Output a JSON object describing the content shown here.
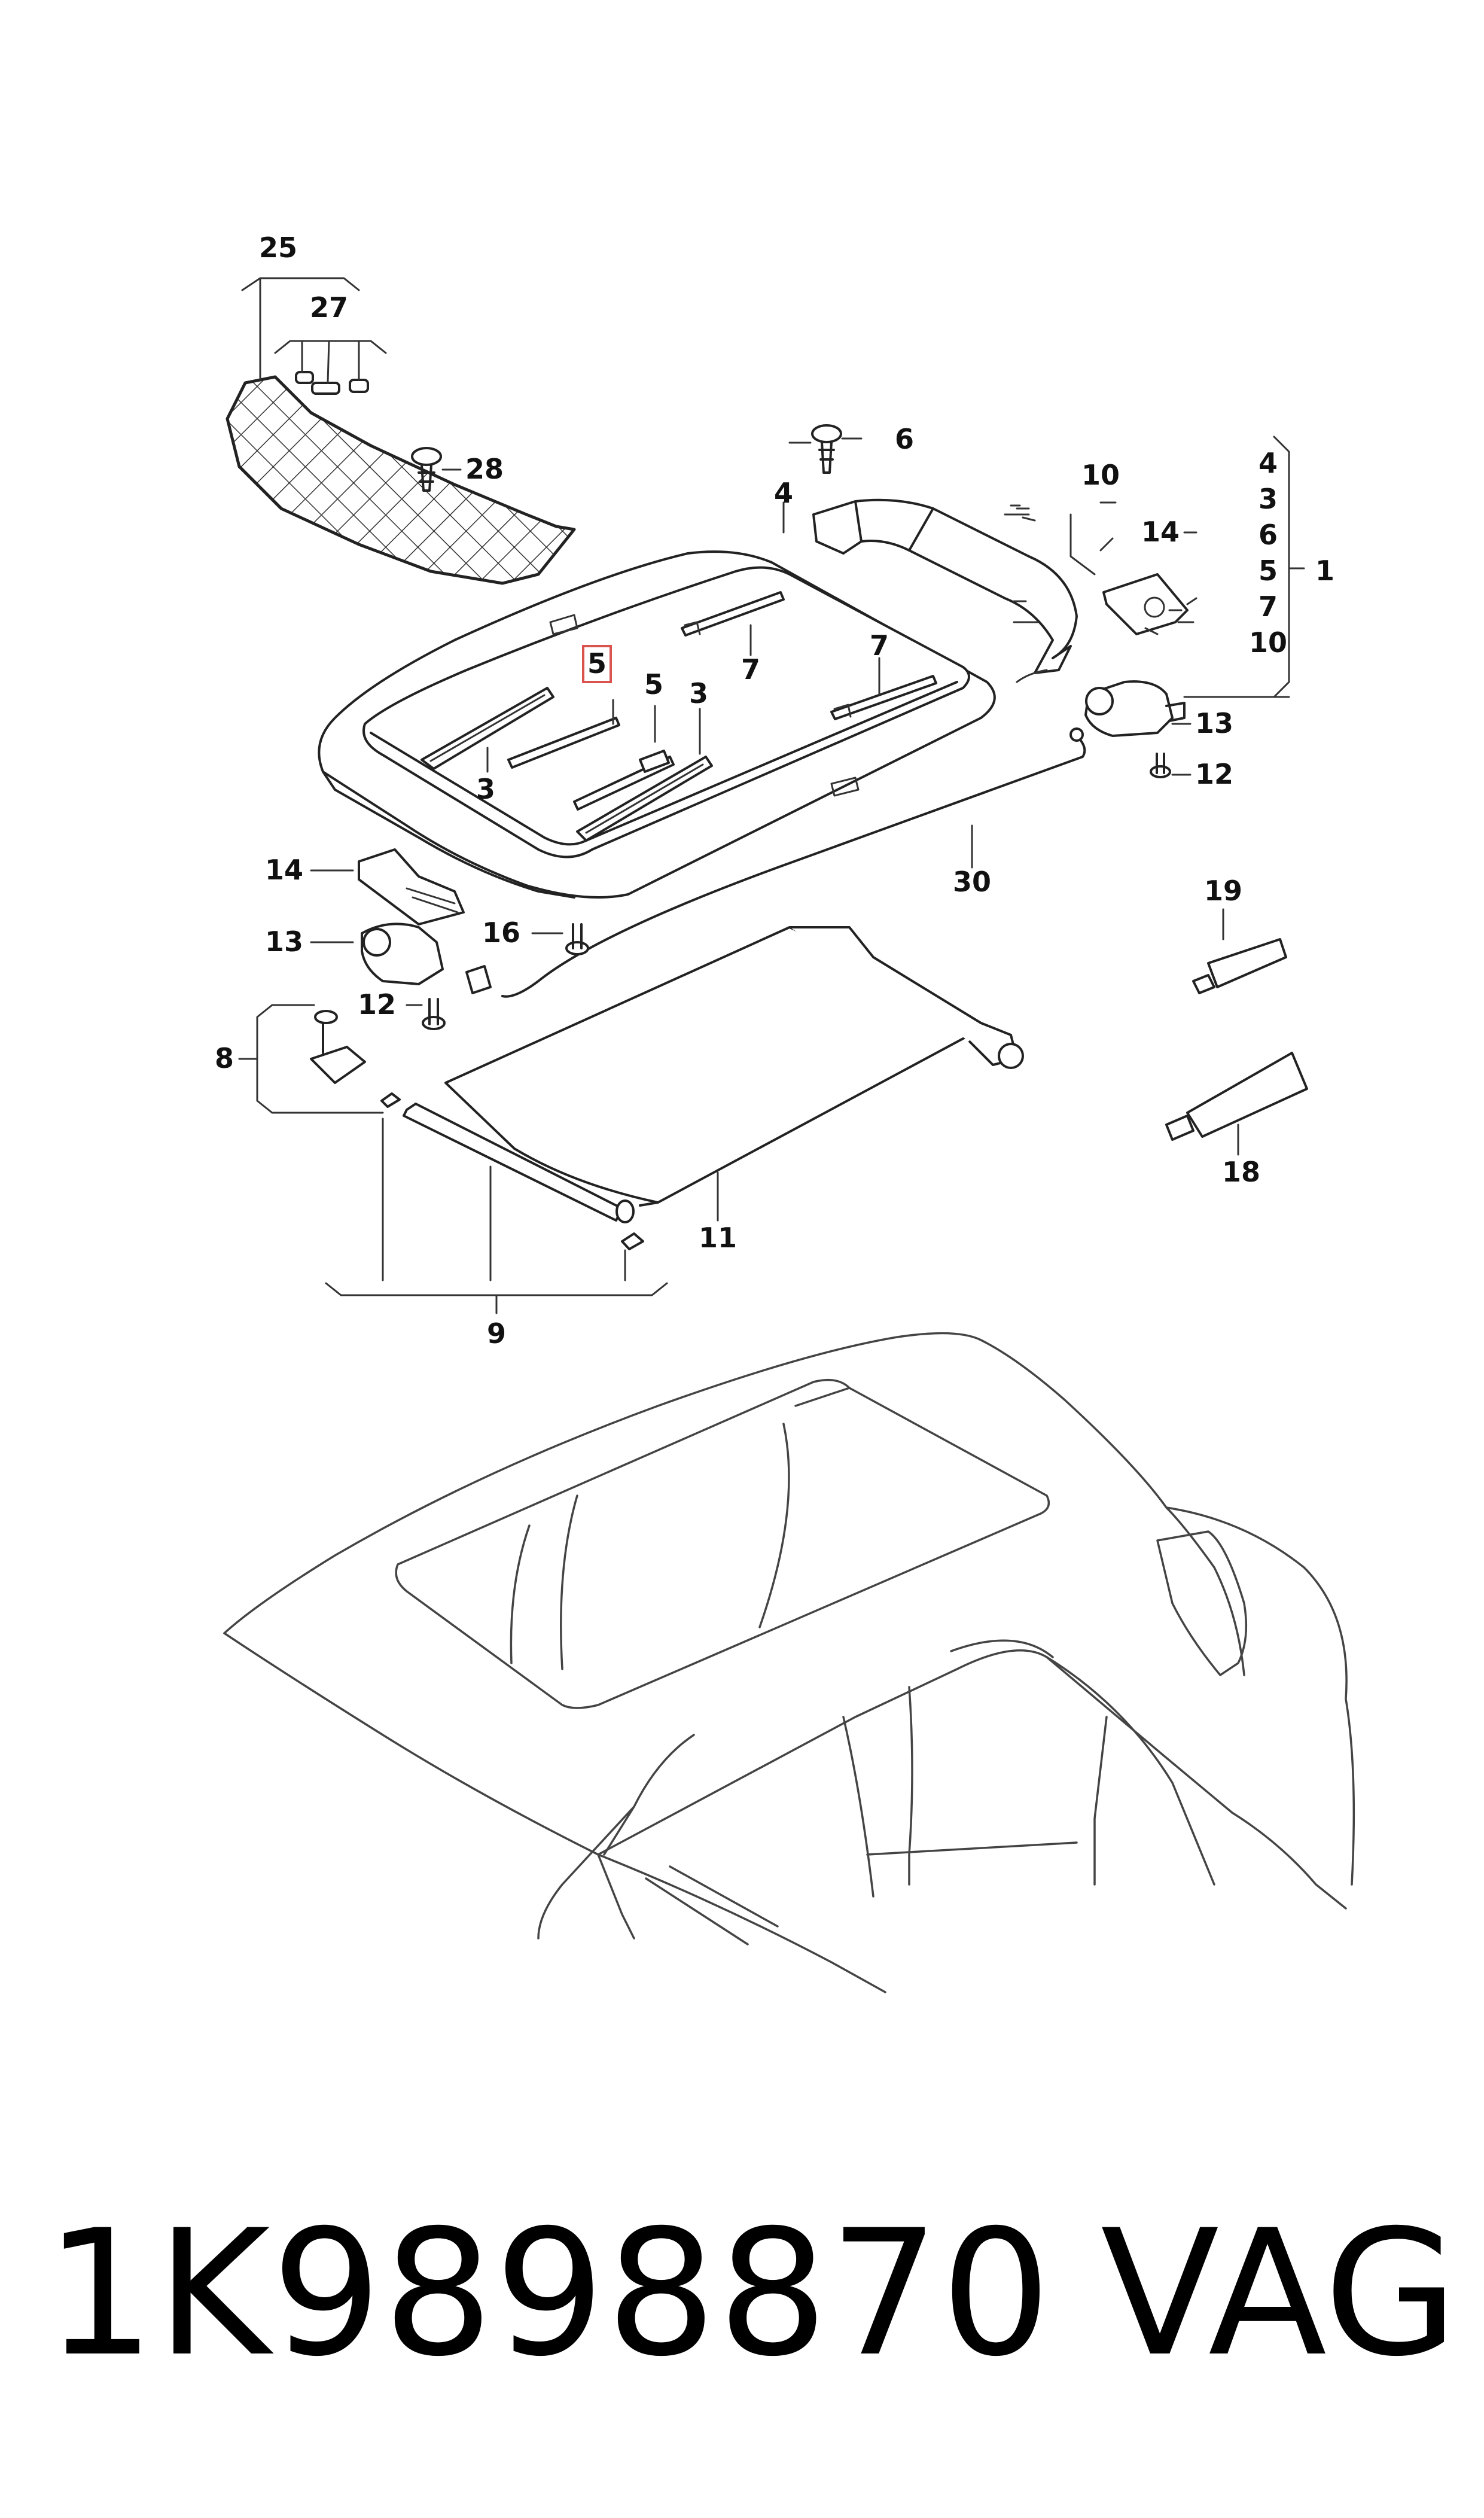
{
  "diagram": {
    "highlight_color": "#d9534f",
    "callouts": {
      "c25": "25",
      "c27": "27",
      "c28": "28",
      "c6": "6",
      "c4": "4",
      "c10": "10",
      "c14a": "14",
      "c1": "1",
      "group1": [
        "4",
        "3",
        "6",
        "5",
        "7",
        "10"
      ],
      "c7a": "7",
      "c7b": "7",
      "c5a": "5",
      "c5b": "5",
      "c3a": "3",
      "c3b": "3",
      "c13a": "13",
      "c12a": "12",
      "c30": "30",
      "c14b": "14",
      "c13b": "13",
      "c16": "16",
      "c12b": "12",
      "c8": "8",
      "c19": "19",
      "c18": "18",
      "c11": "11",
      "c9": "9"
    }
  },
  "footer": {
    "part_number": "1K9898870",
    "brand": "VAG"
  }
}
